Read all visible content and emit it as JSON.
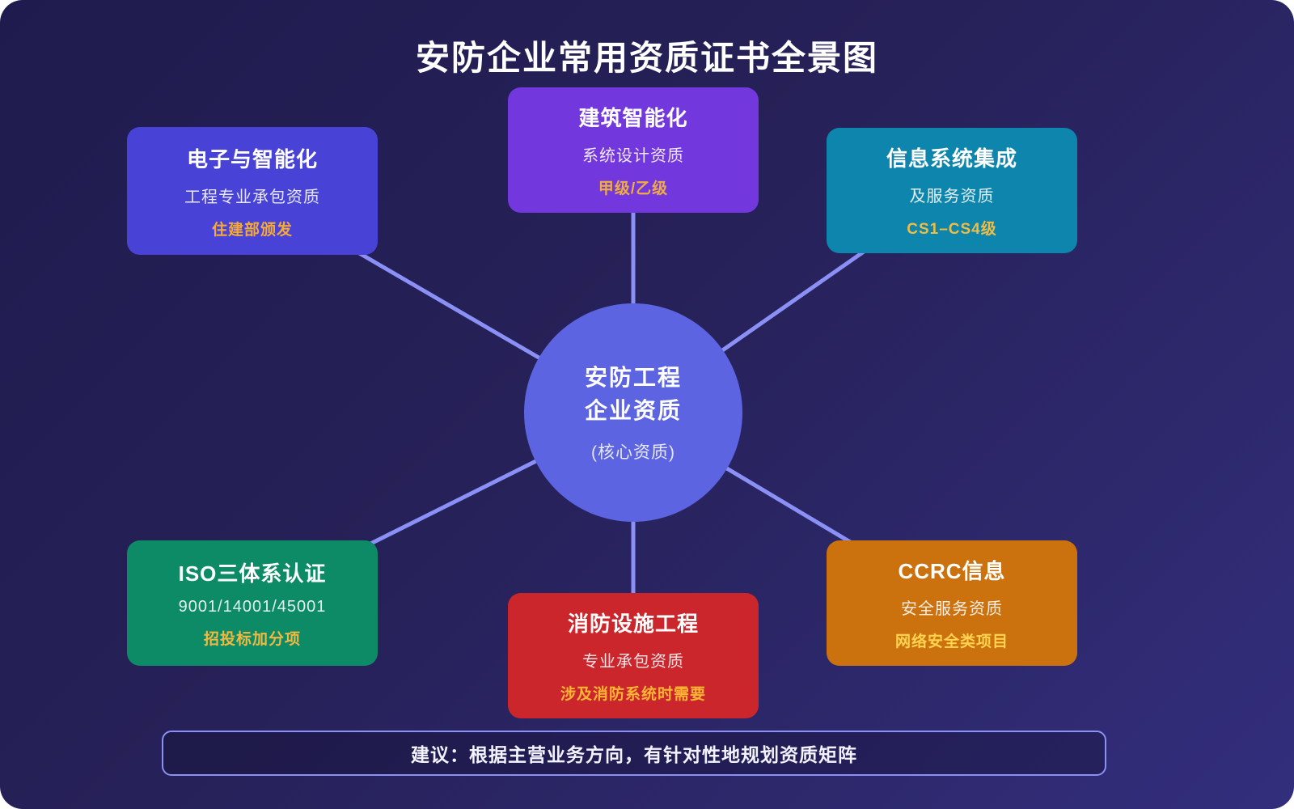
{
  "title": "安防企业常用资质证书全景图",
  "colors": {
    "background_start": "#1F1B4E",
    "background_end": "#332E7C",
    "connector_line": "#8A90F5",
    "center_circle_bg": "#5C64E2",
    "note_border": "#8A90F5"
  },
  "center": {
    "line1": "安防工程",
    "line2": "企业资质",
    "subtitle": "(核心资质)",
    "bg": "#5C64E2"
  },
  "boxes": [
    {
      "id": "top-left",
      "title": "电子与智能化",
      "subtitle": "工程专业承包资质",
      "note": "住建部颁发",
      "bg": "#4843D6",
      "accent": "#F5A93B"
    },
    {
      "id": "top-mid",
      "title": "建筑智能化",
      "subtitle": "系统设计资质",
      "note": "甲级/乙级",
      "bg": "#7338DD",
      "accent": "#F0AC3E"
    },
    {
      "id": "top-right",
      "title": "信息系统集成",
      "subtitle": "及服务资质",
      "note": "CS1–CS4级",
      "bg": "#0E85AD",
      "accent": "#F0BC42"
    },
    {
      "id": "bottom-left",
      "title": "ISO三体系认证",
      "subtitle": "9001/14001/45001",
      "note": "招投标加分项",
      "bg": "#0C8B66",
      "accent": "#F2B83F"
    },
    {
      "id": "bottom-mid",
      "title": "消防设施工程",
      "subtitle": "专业承包资质",
      "note": "涉及消防系统时需要",
      "bg": "#CB262C",
      "accent": "#FFB534"
    },
    {
      "id": "bottom-right",
      "title": "CCRC信息",
      "subtitle": "安全服务资质",
      "note": "网络安全类项目",
      "bg": "#CB720F",
      "accent": "#FFD34F"
    }
  ],
  "note": {
    "text": "建议：根据主营业务方向，有针对性地规划资质矩阵"
  }
}
